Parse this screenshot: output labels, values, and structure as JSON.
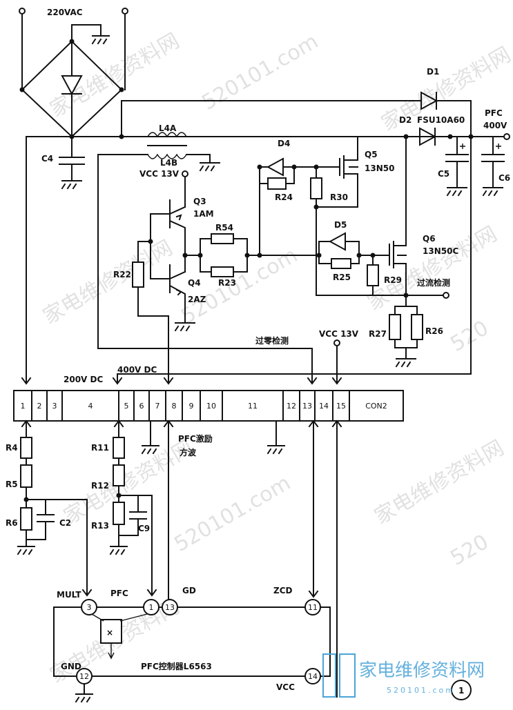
{
  "ac_input": "220VAC",
  "components": {
    "C4": "C4",
    "L4A": "L4A",
    "L4B": "L4B",
    "vcc13v_top": "VCC 13V",
    "D1": "D1",
    "D2": "D2",
    "D2_part": "FSU10A60",
    "pfc_out": "PFC",
    "pfc_out_v": "400V",
    "C5": "C5",
    "C6": "C6",
    "D4": "D4",
    "R24": "R24",
    "Q5": "Q5",
    "Q5_part": "13N50",
    "R30": "R30",
    "Q3": "Q3",
    "Q3_part": "1AM",
    "R54": "R54",
    "R23": "R23",
    "R22": "R22",
    "Q4": "Q4",
    "Q4_part": "2AZ",
    "D5": "D5",
    "R25": "R25",
    "R29": "R29",
    "Q6": "Q6",
    "Q6_part": "13N50C",
    "overcurrent": "过流检测",
    "R27": "R27",
    "R26": "R26",
    "zero_cross": "过零检测",
    "vcc13v_mid": "VCC 13V",
    "v200": "200V DC",
    "v400": "400V DC",
    "R4": "R4",
    "R5": "R5",
    "R6": "R6",
    "C2": "C2",
    "R11": "R11",
    "R12": "R12",
    "R13": "R13",
    "C9": "C9",
    "pfc_drive": "PFC激励",
    "pfc_drive2": "方波"
  },
  "connector": {
    "pins": [
      "1",
      "2",
      "3",
      "4",
      "5",
      "6",
      "7",
      "8",
      "9",
      "10",
      "11",
      "12",
      "13",
      "14",
      "15",
      "CON2"
    ]
  },
  "ic": {
    "name": "PFC控制器L6563",
    "mult_label": "MULT",
    "pfc_label": "PFC",
    "gd_label": "GD",
    "zcd_label": "ZCD",
    "gnd_label": "GND",
    "vcc_label": "VCC",
    "pin_mult": "3",
    "pin_pfc": "1",
    "pin_gd": "13",
    "pin_zcd": "11",
    "pin_gnd": "12",
    "pin_vcc": "14",
    "multiplier_symbol": "×"
  },
  "figure_number": "1",
  "watermarks": {
    "site": "家电维修资料网",
    "url": "520101.com",
    "url_partial": "520",
    "logo_text": "家电维修资料网",
    "logo_url": "520101.com"
  }
}
